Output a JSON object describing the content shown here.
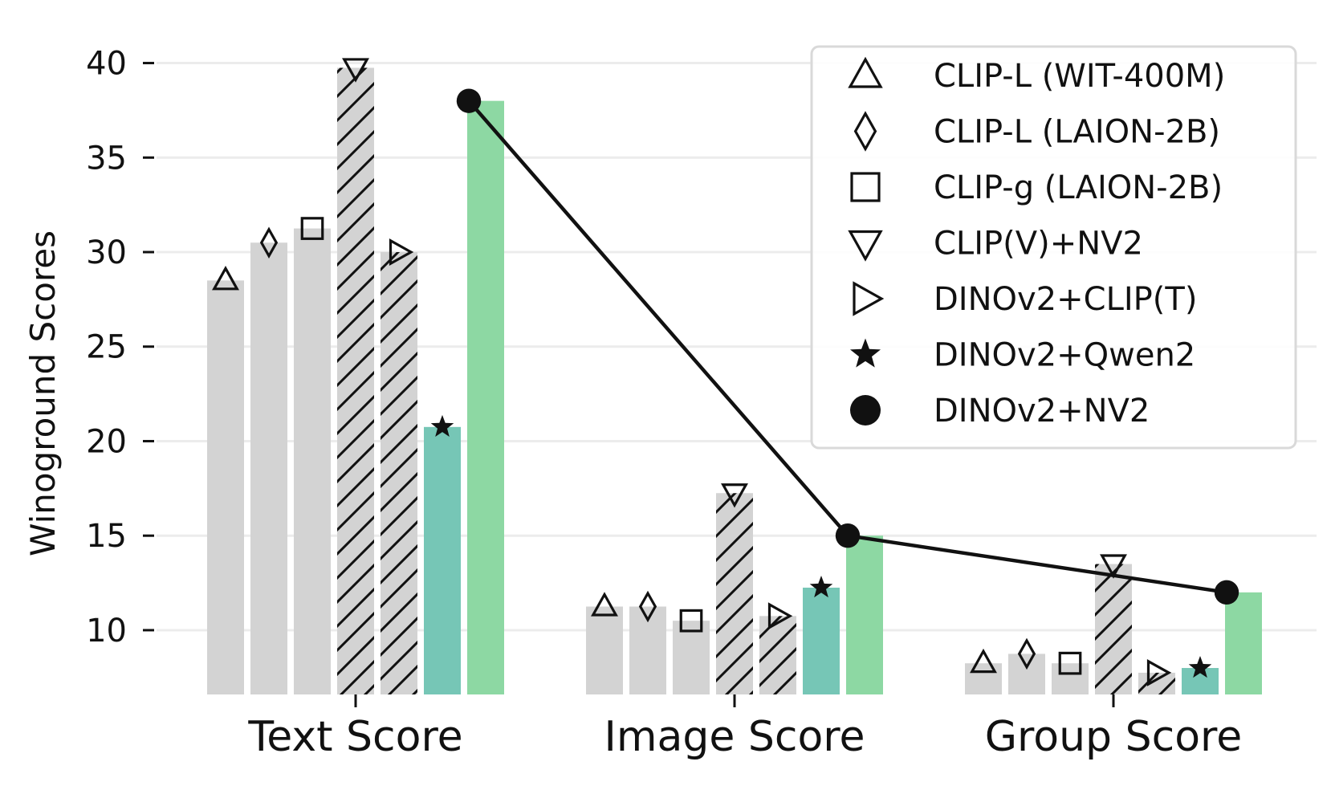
{
  "chart_data": {
    "type": "bar",
    "title": "",
    "xlabel": "",
    "ylabel": "Winoground Scores",
    "ylim": [
      6.6,
      41
    ],
    "yticks": [
      10,
      15,
      20,
      25,
      30,
      35,
      40
    ],
    "categories": [
      "Text Score",
      "Image Score",
      "Group Score"
    ],
    "grid": true,
    "legend_position": "top-right",
    "series": [
      {
        "name": "CLIP-L (WIT-400M)",
        "values": [
          28.5,
          11.25,
          8.25
        ],
        "color": "#d3d3d3",
        "hatch": false,
        "marker": "triangle-up-icon"
      },
      {
        "name": "CLIP-L (LAION-2B)",
        "values": [
          30.5,
          11.25,
          8.75
        ],
        "color": "#d3d3d3",
        "hatch": false,
        "marker": "diamond-icon"
      },
      {
        "name": "CLIP-g (LAION-2B)",
        "values": [
          31.25,
          10.5,
          8.25
        ],
        "color": "#d3d3d3",
        "hatch": false,
        "marker": "square-icon"
      },
      {
        "name": "CLIP(V)+NV2",
        "values": [
          39.75,
          17.25,
          13.5
        ],
        "color": "#d3d3d3",
        "hatch": true,
        "marker": "triangle-down-icon"
      },
      {
        "name": "DINOv2+CLIP(T)",
        "values": [
          30.0,
          10.75,
          7.75
        ],
        "color": "#d3d3d3",
        "hatch": true,
        "marker": "triangle-right-icon"
      },
      {
        "name": "DINOv2+Qwen2",
        "values": [
          20.75,
          12.25,
          8.0
        ],
        "color": "#76c6b6",
        "hatch": false,
        "marker": "star-icon"
      },
      {
        "name": "DINOv2+NV2",
        "values": [
          38.0,
          15.0,
          12.0
        ],
        "color": "#8dd8a3",
        "hatch": false,
        "marker": "circle-icon",
        "line": true
      }
    ]
  }
}
